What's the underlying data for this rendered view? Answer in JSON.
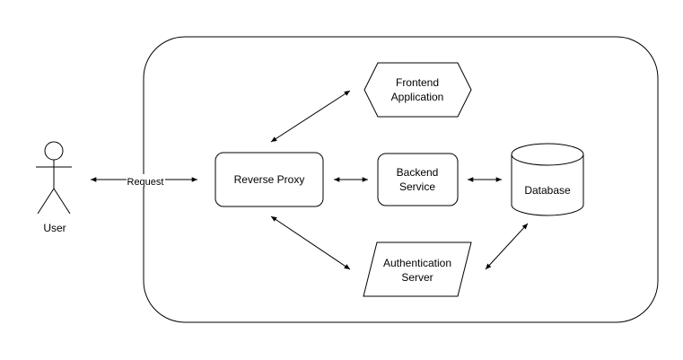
{
  "nodes": {
    "user": {
      "label": "User"
    },
    "reverse_proxy": {
      "label": "Reverse Proxy"
    },
    "frontend": {
      "line1": "Frontend",
      "line2": "Application"
    },
    "backend": {
      "line1": "Backend",
      "line2": "Service"
    },
    "database": {
      "label": "Database"
    },
    "auth": {
      "line1": "Authentication",
      "line2": "Server"
    }
  },
  "edges": {
    "request": {
      "label": "Request"
    }
  },
  "colors": {
    "stroke": "#000000",
    "fill": "#ffffff"
  }
}
